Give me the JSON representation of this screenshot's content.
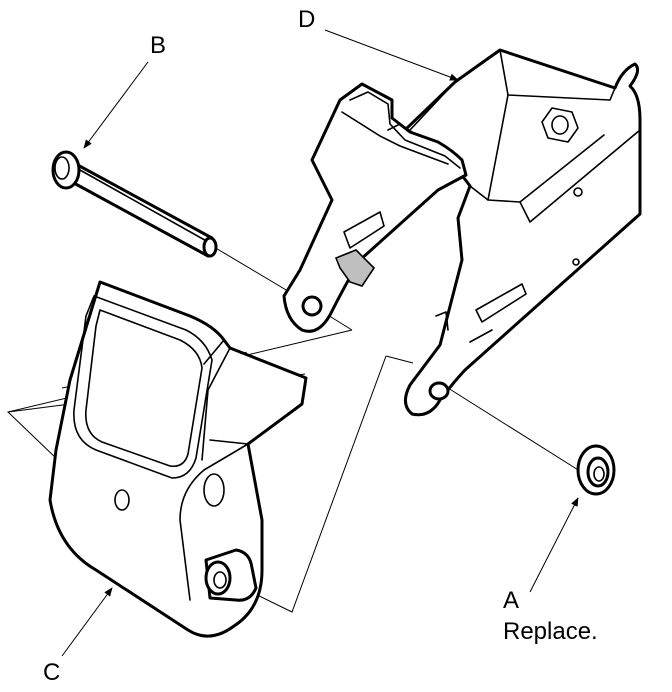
{
  "labels": {
    "a": "A",
    "a_note": "Replace.",
    "b": "B",
    "c": "C",
    "d": "D"
  },
  "parts": {
    "a": {
      "icon": "bushing-icon"
    },
    "b": {
      "icon": "pivot-bolt-icon"
    },
    "c": {
      "icon": "pedal-bracket-icon"
    },
    "d": {
      "icon": "mounting-bracket-icon"
    }
  }
}
